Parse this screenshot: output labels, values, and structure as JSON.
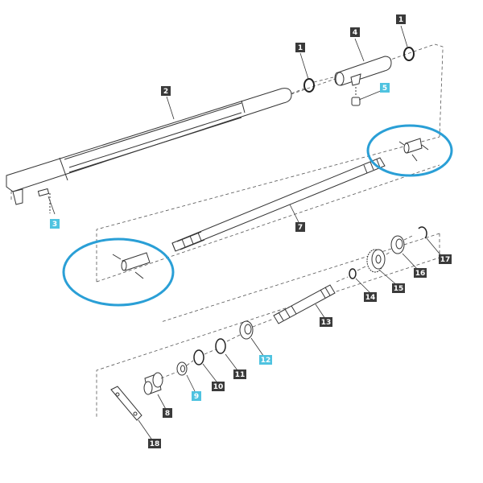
{
  "diagram": {
    "callouts": [
      {
        "id": "c1a",
        "label": "1",
        "style": "dark"
      },
      {
        "id": "c1b",
        "label": "1",
        "style": "dark"
      },
      {
        "id": "c2",
        "label": "2",
        "style": "dark"
      },
      {
        "id": "c3",
        "label": "3",
        "style": "light"
      },
      {
        "id": "c4",
        "label": "4",
        "style": "dark"
      },
      {
        "id": "c5",
        "label": "5",
        "style": "light"
      },
      {
        "id": "c7",
        "label": "7",
        "style": "dark"
      },
      {
        "id": "c8",
        "label": "8",
        "style": "dark"
      },
      {
        "id": "c9",
        "label": "9",
        "style": "light"
      },
      {
        "id": "c10",
        "label": "10",
        "style": "dark"
      },
      {
        "id": "c11",
        "label": "11",
        "style": "dark"
      },
      {
        "id": "c12",
        "label": "12",
        "style": "light"
      },
      {
        "id": "c13",
        "label": "13",
        "style": "dark"
      },
      {
        "id": "c14",
        "label": "14",
        "style": "dark"
      },
      {
        "id": "c15",
        "label": "15",
        "style": "dark"
      },
      {
        "id": "c16",
        "label": "16",
        "style": "dark"
      },
      {
        "id": "c17",
        "label": "17",
        "style": "dark"
      },
      {
        "id": "c18",
        "label": "18",
        "style": "dark"
      }
    ],
    "colors": {
      "callout_dark": "#3a3a3a",
      "callout_light": "#4fc3e0",
      "highlight_ring": "#2a9fd6",
      "line": "#333333"
    }
  }
}
